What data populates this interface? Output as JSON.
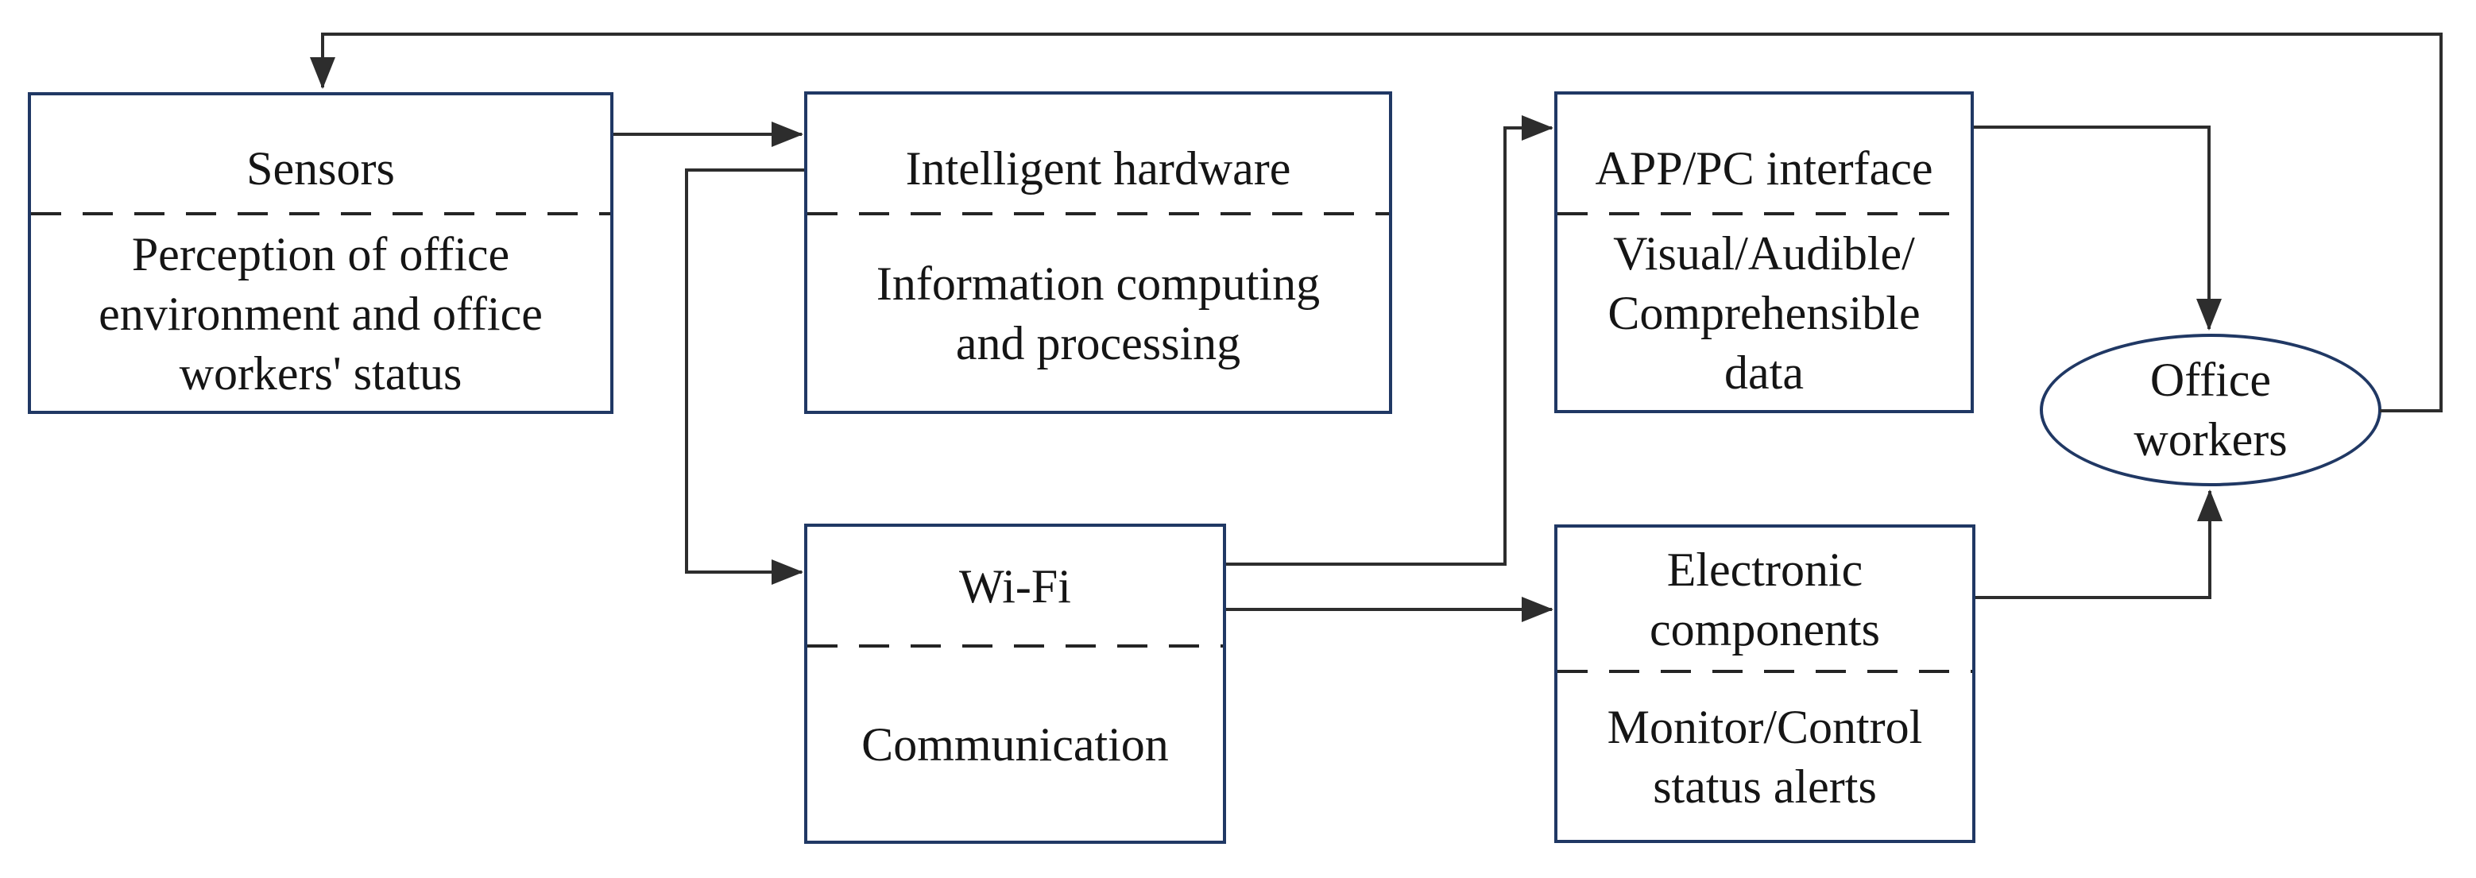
{
  "colors": {
    "box_border": "#203864",
    "connector_line": "#2d2d2d",
    "divider_dash": "#242424",
    "text": "#151515",
    "background": "#ffffff"
  },
  "nodes": {
    "sensors": {
      "title_lines": [
        "Sensors"
      ],
      "body_lines": [
        "Perception of office",
        "environment and office",
        "workers' status"
      ]
    },
    "intelligent_hardware": {
      "title_lines": [
        "Intelligent hardware"
      ],
      "body_lines": [
        "Information computing",
        "and processing"
      ]
    },
    "app_pc_interface": {
      "title_lines": [
        "APP/PC interface"
      ],
      "body_lines": [
        "Visual/Audible/",
        "Comprehensible",
        "data"
      ]
    },
    "wifi": {
      "title_lines": [
        "Wi-Fi"
      ],
      "body_lines": [
        "Communication"
      ]
    },
    "electronic_components": {
      "title_lines": [
        "Electronic",
        "components"
      ],
      "body_lines": [
        "Monitor/Control",
        "status alerts"
      ]
    },
    "office_workers": {
      "title_lines": [
        "Office",
        "workers"
      ]
    }
  },
  "edges": [
    {
      "from": "sensors",
      "to": "intelligent_hardware"
    },
    {
      "from": "intelligent_hardware",
      "to": "wifi"
    },
    {
      "from": "wifi",
      "to": "app_pc_interface"
    },
    {
      "from": "wifi",
      "to": "electronic_components"
    },
    {
      "from": "app_pc_interface",
      "to": "office_workers"
    },
    {
      "from": "electronic_components",
      "to": "office_workers"
    },
    {
      "from": "office_workers",
      "to": "sensors"
    }
  ]
}
